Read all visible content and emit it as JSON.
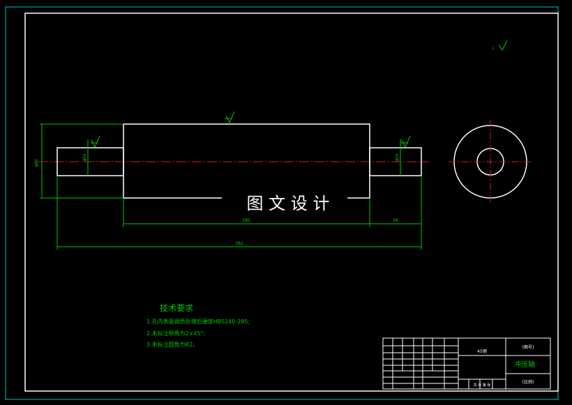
{
  "watermark": "图 文 设 计",
  "dimensions": {
    "overall": "382",
    "middle": "285",
    "right_end": "56",
    "left_dia": "φ80",
    "left_small_dia": "φ50",
    "right_small_dia": "φ50"
  },
  "notes": {
    "title": "技术要求",
    "items": [
      "1.孔内表面调质处理后硬度HBS240-285;",
      "2.未标注倒角为2×45°;",
      "3.未标注圆角为R2。"
    ]
  },
  "title_block": {
    "part_name": "冲压轴",
    "top_right": "(图号)",
    "material": "45钢",
    "sheet": "(比例)",
    "bottom_label": "共 张 第 张"
  },
  "colors": {
    "background": "#000000",
    "outline": "#ffffff",
    "dimension": "#00c800",
    "centerline": "#d21e1e",
    "border": "#00c8c8"
  }
}
